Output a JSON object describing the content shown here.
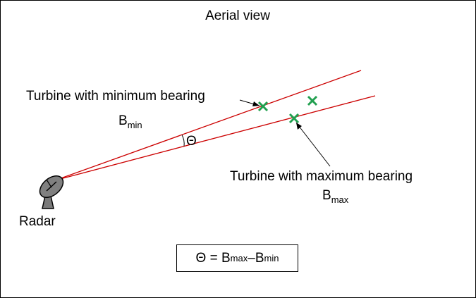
{
  "title": "Aerial view",
  "radar": {
    "label": "Radar",
    "icon": "radar-dish-icon"
  },
  "turbine_min": {
    "label": "Turbine with minimum bearing",
    "symbol_base": "B",
    "symbol_sub": "min"
  },
  "turbine_max": {
    "label": "Turbine with maximum bearing",
    "symbol_base": "B",
    "symbol_sub": "max"
  },
  "angle_label": "Θ",
  "formula": {
    "lhs": "Θ = ",
    "b1": "B",
    "b1_sub": "max",
    "minus": " – ",
    "b2": "B",
    "b2_sub": "min"
  },
  "colors": {
    "bearing_line": "#cc0000",
    "turbine_marker": "#22a050",
    "radar_dish": "#808080"
  },
  "turbine_count": 3
}
